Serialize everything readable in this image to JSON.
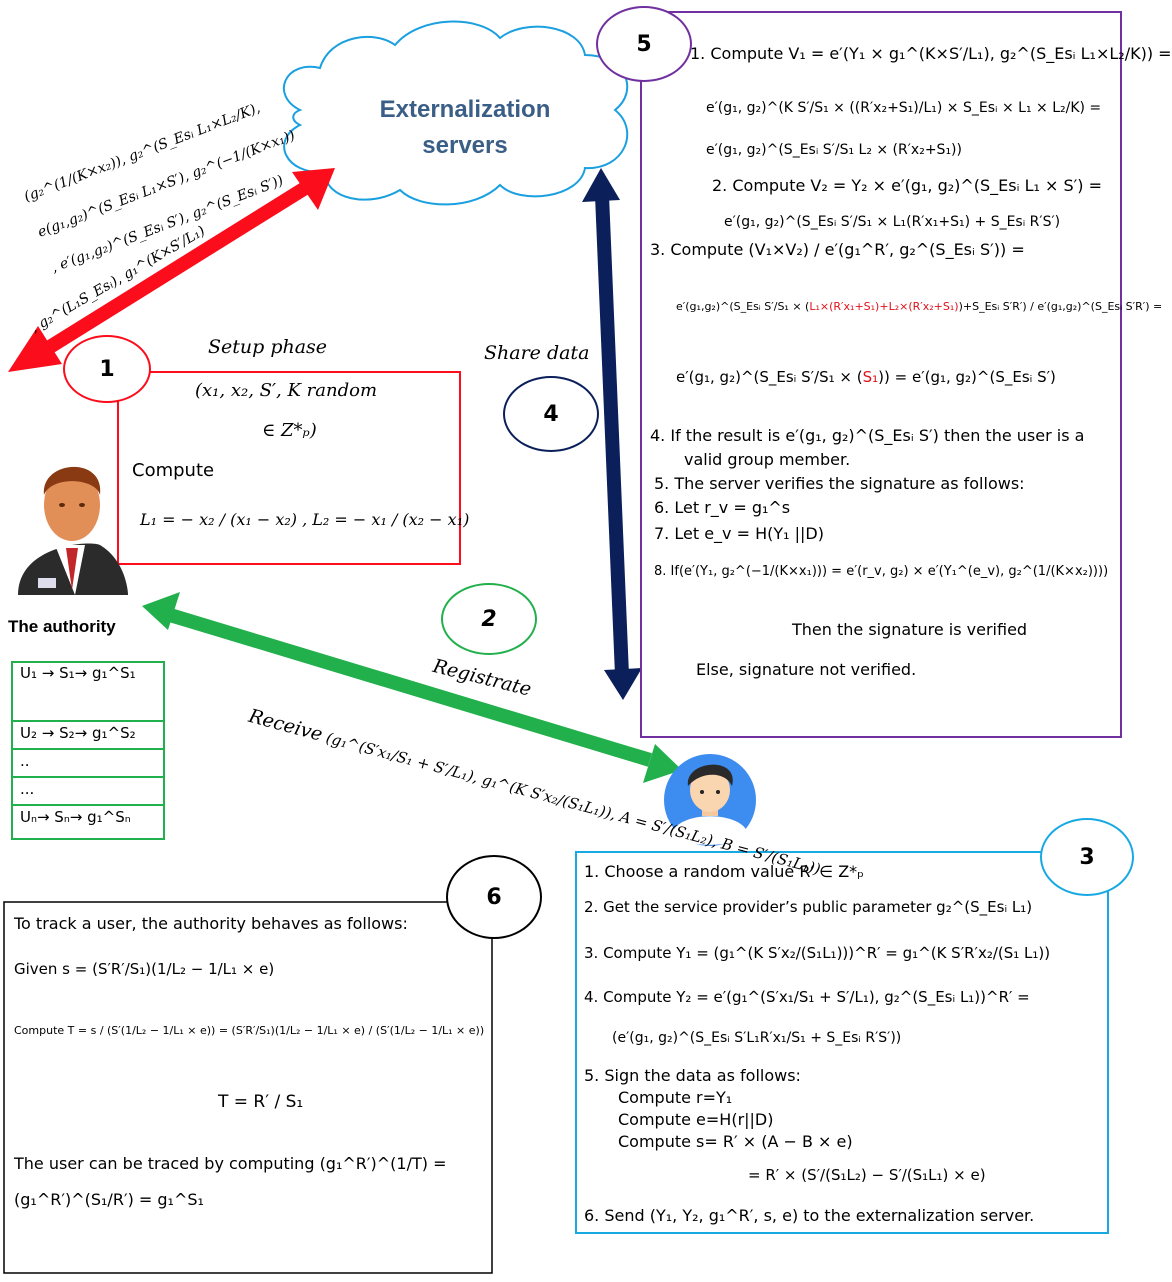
{
  "cloud": {
    "line1": "Externalization",
    "line2": "servers"
  },
  "steps": {
    "s1": "1",
    "s2": "2",
    "s3": "3",
    "s4": "4",
    "s5": "5",
    "s6": "6"
  },
  "labels": {
    "setup_phase": "Setup phase",
    "share_data": "Share data",
    "registrate": "Registrate",
    "receive": "Receive",
    "authority": "The authority"
  },
  "setup": {
    "line1": "(x₁, x₂, S′, K random",
    "line2": "∈ Z*ₚ)",
    "compute": "Compute",
    "formula": "L₁ = − x₂ / (x₁ − x₂) , L₂ = − x₁ / (x₂ − x₁)"
  },
  "arrow_red_text": {
    "t1": "(g₂^(1/(K×x₂)), g₂^(S_Esᵢ L₁×L₂/K),",
    "t2": "e(g₁,g₂)^(S_Esᵢ L₁×S′), g₂^(−1/(K×x₁))",
    "t3": ", e′(g₁,g₂)^(S_Esᵢ S′), g₂^(S_Esᵢ S′))",
    "t4": ", g₂^(L₁S_Esᵢ), g₁^(K×S′/L₁)"
  },
  "receive_formula": "(g₁^(S′x₁/S₁ + S′/L₁), g₁^(K S′x₂/(S₁L₁)), A = S′/(S₁L₂), B = S′/(S₁L₁))",
  "table": [
    "U₁ → S₁→ g₁^S₁",
    "U₂ → S₂→ g₁^S₂",
    "..",
    "...",
    "Uₙ→ Sₙ→ g₁^Sₙ"
  ],
  "box5": {
    "l1": "1. Compute V₁ = e′(Y₁ × g₁^(K×S′/L₁), g₂^(S_Esᵢ L₁×L₂/K)) =",
    "l2": "e′(g₁, g₂)^(K S′/S₁ × ((R′x₂+S₁)/L₁) × S_Esᵢ × L₁ × L₂/K) =",
    "l3": "e′(g₁, g₂)^(S_Esᵢ S′/S₁ L₂ × (R′x₂+S₁))",
    "l4": "2.   Compute V₂ = Y₂ × e′(g₁, g₂)^(S_Esᵢ L₁ × S′)  =",
    "l5": "e′(g₁, g₂)^(S_Esᵢ S′/S₁ × L₁(R′x₁+S₁) + S_Esᵢ R′S′)",
    "l6": "3.   Compute (V₁×V₂) / e′(g₁^R′, g₂^(S_Esᵢ S′)) =",
    "l7a": "e′(g₁,g₂)^(S_Esᵢ S′/S₁ × (",
    "l7red": "L₁×(R′x₁+S₁)+L₂×(R′x₂+S₁)",
    "l7b": ")+S_Esᵢ S′R′) / e′(g₁,g₂)^(S_Esᵢ S′R′) =",
    "l8a": "e′(g₁, g₂)^(S_Esᵢ S′/S₁ × (",
    "l8red": "S₁",
    "l8b": ")) = e′(g₁, g₂)^(S_Esᵢ S′)",
    "l9": "4.   If the result is e′(g₁, g₂)^(S_Esᵢ S′) then the user is a",
    "l10": "valid group member.",
    "l11": "5.   The server verifies the signature as follows:",
    "l12": "6.   Let  r_v = g₁^s",
    "l13": "7.   Let  e_v = H(Y₁ ||D)",
    "l14": "8.   If(e′(Y₁, g₂^(−1/(K×x₁))) = e′(r_v, g₂) × e′(Y₁^(e_v), g₂^(1/(K×x₂))))",
    "l15": "Then the signature is verified",
    "l16": "Else, signature not verified."
  },
  "box3": {
    "l1": "1.   Choose a random value R′ ∈ Z*ₚ",
    "l2": "2.   Get the service provider’s public parameter  g₂^(S_Esᵢ L₁)",
    "l3": "3.   Compute Y₁ = (g₁^(K S′x₂/(S₁L₁)))^R′ = g₁^(K S′R′x₂/(S₁ L₁))",
    "l4": "4.   Compute Y₂ = e′(g₁^(S′x₁/S₁ + S′/L₁), g₂^(S_Esᵢ L₁))^R′ =",
    "l5": "(e′(g₁, g₂)^(S_Esᵢ S′L₁R′x₁/S₁ + S_Esᵢ R′S′))",
    "l6": "5.   Sign the data as follows:",
    "l7": "Compute r=Y₁",
    "l8": "Compute e=H(r||D)",
    "l9": "Compute s= R′ × (A − B × e)",
    "l10": "= R′ × (S′/(S₁L₂) − S′/(S₁L₁) × e)",
    "l11": "6.   Send (Y₁, Y₂, g₁^R′, s, e) to the externalization server."
  },
  "box6": {
    "l1": "To track a user, the authority behaves as follows:",
    "l2": "Given s = (S′R′/S₁)(1/L₂ − 1/L₁ × e)",
    "l3": "Compute T = s / (S′(1/L₂ − 1/L₁ × e)) = (S′R′/S₁)(1/L₂ − 1/L₁ × e) / (S′(1/L₂ − 1/L₁ × e))",
    "l4": "T = R′ / S₁",
    "l5": "The user can be traced by computing (g₁^R′)^(1/T) =",
    "l6": "(g₁^R′)^(S₁/R′) = g₁^S₁"
  },
  "colors": {
    "red": "#fb0d1b",
    "green": "#21b04b",
    "navy": "#0b1f5a",
    "purple": "#7030a0",
    "cyan": "#18a9e2",
    "cloud_text": "#3a5e86"
  }
}
